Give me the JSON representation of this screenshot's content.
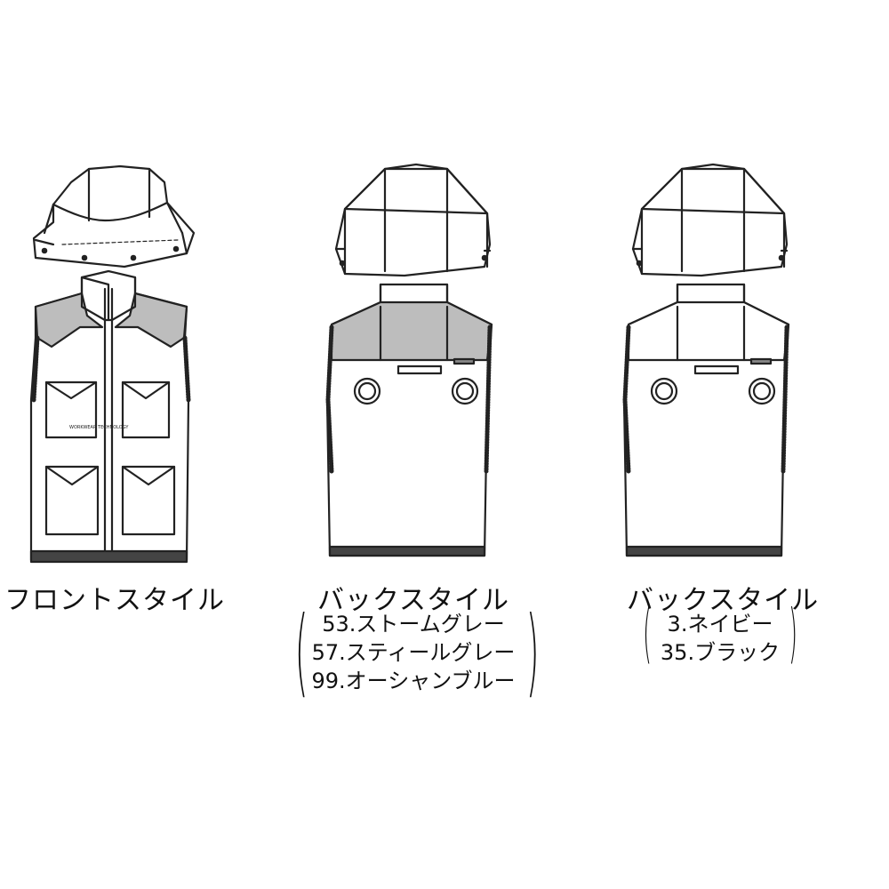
{
  "views": [
    {
      "id": "front",
      "title": "フロントスタイル",
      "colors": []
    },
    {
      "id": "back-light",
      "title": "バックスタイル",
      "colors": [
        "53.ストームグレー",
        "57.スティールグレー",
        "99.オーシャンブルー"
      ]
    },
    {
      "id": "back-dark",
      "title": "バックスタイル",
      "colors": [
        "3.ネイビー",
        "35.ブラック"
      ]
    }
  ],
  "front_labels": {
    "chest_logo": "WORKWEAR TECHNOLOGY"
  },
  "palette": {
    "line": "#222222",
    "fill": "#ffffff",
    "shade": "#bdbdbd"
  }
}
